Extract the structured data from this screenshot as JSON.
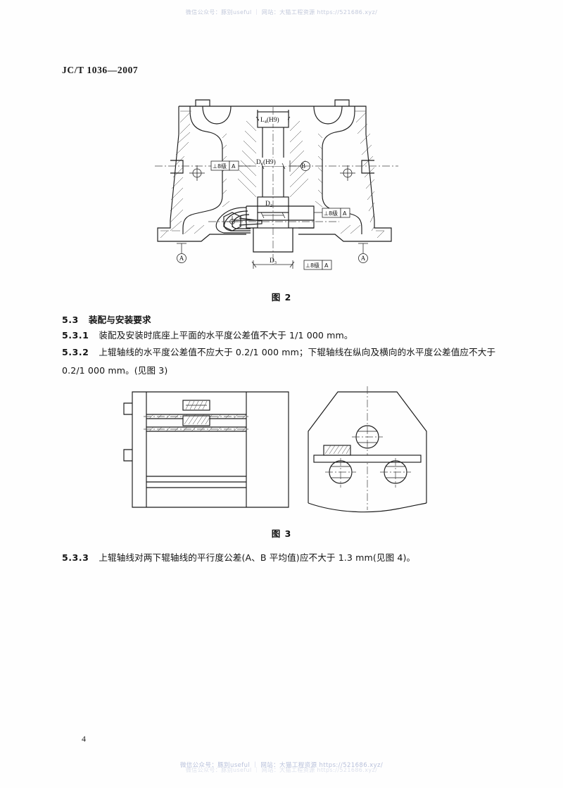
{
  "document": {
    "standard_number": "JC/T 1036—2007",
    "page_number": "4"
  },
  "watermark": {
    "top": "微信公众号：豚别useful ｜ 网站：大猫工程资源  https://521686.xyz/",
    "bottom": "微信公众号：豚别useful ｜ 网站：大猫工程资源 https://521686.xyz/",
    "bottom_faint": "微信公众号：豚别useful ｜ 网站：大猫工程资源 https://521686.xyz/"
  },
  "clauses": [
    {
      "id": "5.3",
      "number": "5.3",
      "title": "装配与安装要求",
      "text": ""
    },
    {
      "id": "5.3.1",
      "number": "5.3.1",
      "text": "装配及安装时底座上平面的水平度公差值不大于 1/1 000 mm。"
    },
    {
      "id": "5.3.2",
      "number": "5.3.2",
      "text": "上辊轴线的水平度公差值不应大于 0.2/1 000 mm；下辊轴线在纵向及横向的水平度公差值应不大于 0.2/1 000 mm。(见图 3)"
    },
    {
      "id": "5.3.3",
      "number": "5.3.3",
      "text": "上辊轴线对两下辊轴线的平行度公差(A、B 平均值)应不大于 1.3 mm(见图 4)。"
    }
  ],
  "figures": [
    {
      "id": "figure-2",
      "caption": "图 2",
      "description": "机架剖视图",
      "labels": {
        "dim_l4": "L",
        "dim_l4_sub": "4",
        "dim_l4_tol": "(H9)",
        "dim_d1": "D",
        "dim_d1_sub": "1",
        "dim_d1_tol": "(H9)",
        "dim_d2": "D",
        "dim_d2_sub": "2",
        "dim_d3": "D",
        "dim_d3_sub": "3"
      },
      "gdt_frames": [
        {
          "symbol": "⊥",
          "grade": "8级",
          "datum": "A"
        },
        {
          "symbol": "⊥",
          "grade": "8级",
          "datum": "A"
        },
        {
          "symbol": "⊥",
          "grade": "8级",
          "datum": "A"
        }
      ],
      "datums": [
        {
          "letter": "A"
        },
        {
          "letter": "A"
        },
        {
          "letter": "B"
        }
      ]
    },
    {
      "id": "figure-3",
      "caption": "图 3",
      "description": "水平度测量示意图 — 主视图与侧视图"
    }
  ],
  "colors": {
    "ink": "#1a1a1a",
    "paper": "#fefefe",
    "watermark": "#b9c0d6"
  }
}
